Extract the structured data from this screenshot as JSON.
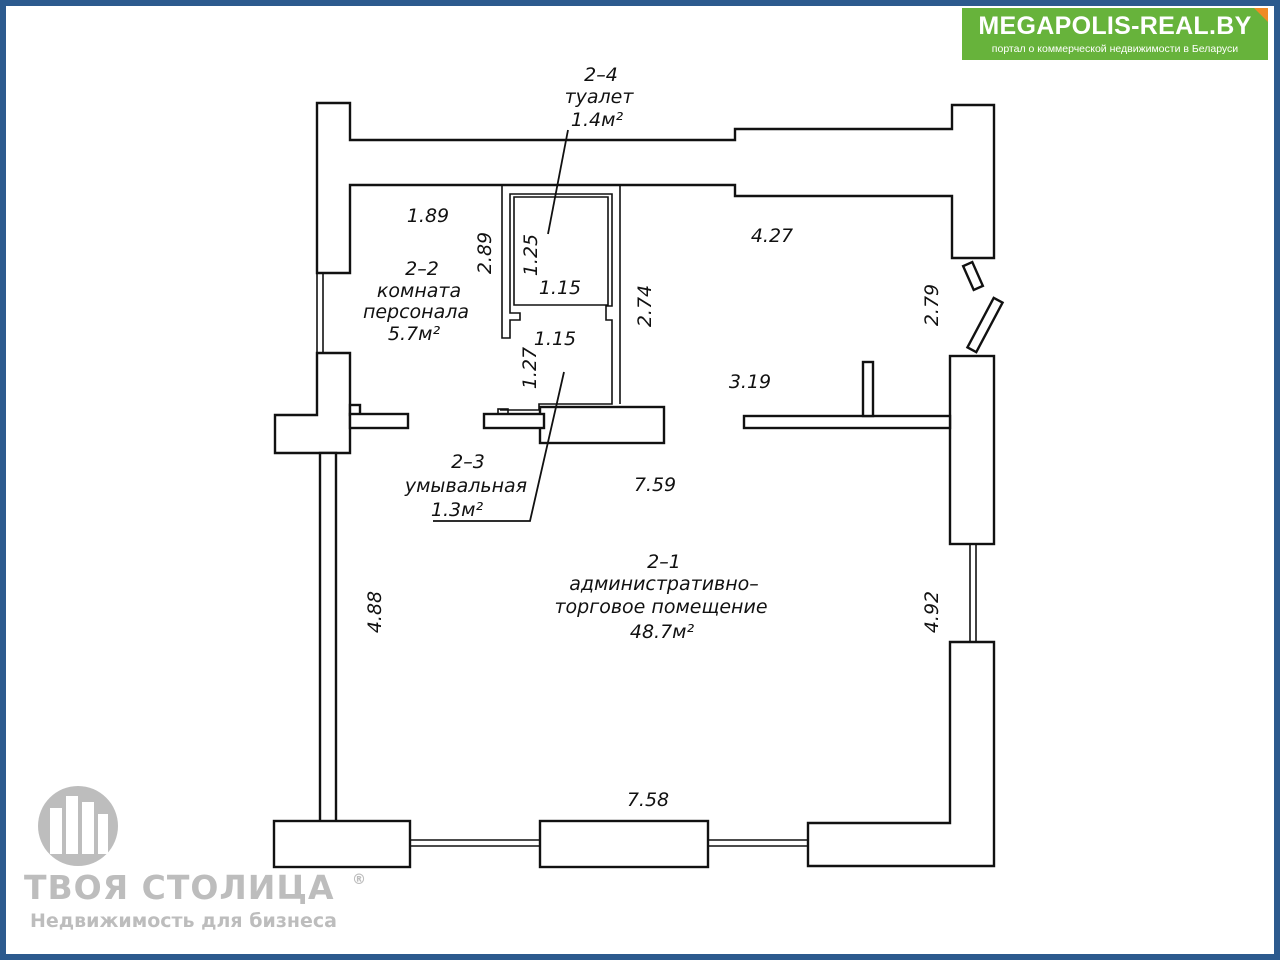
{
  "branding": {
    "site_name": "MEGAPOLIS-REAL.BY",
    "site_tagline": "портал о коммерческой недвижимости в Беларуси",
    "logo_name": "ТВОЯ СТОЛИЦА",
    "logo_reg": "®",
    "logo_tagline": "Недвижимость для бизнеса"
  },
  "rooms": {
    "toilet": {
      "number": "2–4",
      "name": "туалет",
      "area": "1.4м²"
    },
    "staff": {
      "number": "2–2",
      "name1": "комната",
      "name2": "персонала",
      "area": "5.7м²"
    },
    "washroom": {
      "number": "2–3",
      "name": "умывальная",
      "area": "1.3м²"
    },
    "main": {
      "number": "2–1",
      "name1": "административно–",
      "name2": "торговое помещение",
      "area": "48.7м²"
    }
  },
  "dimensions": {
    "staff_width": "1.89",
    "staff_height": "2.89",
    "toilet_height": "1.25",
    "toilet_width": "1.15",
    "wash_width": "1.15",
    "wash_height": "1.27",
    "corridor_height": "2.74",
    "top_right_width": "4.27",
    "top_right_height": "2.79",
    "mid_width": "3.19",
    "main_top_width": "7.59",
    "main_left_height": "4.88",
    "main_right_height": "4.92",
    "main_bottom_width": "7.58"
  },
  "colors": {
    "frame": "#2c5a8e",
    "badge": "#67b33b",
    "badge_corner": "#f08a24",
    "logo_gray": "#bdbdbd"
  }
}
